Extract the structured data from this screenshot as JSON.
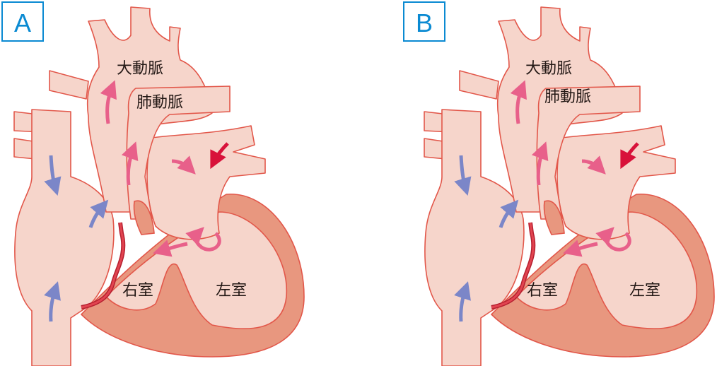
{
  "colors": {
    "badge": "#0a8ad2",
    "tissue": "#f6d5cb",
    "outline": "#e2574a",
    "muscle": "#e8977f",
    "arterial_arrow": "#e8608a",
    "venous_arrow": "#7b86c8",
    "oxygenated_arrow": "#d8123a",
    "vessel_line": "#d8303a"
  },
  "panels": [
    {
      "badge": "A",
      "aorta": "大動脈",
      "pulmonary_artery": "肺動脈",
      "right_ventricle": "右室",
      "left_ventricle": "左室"
    },
    {
      "badge": "B",
      "aorta": "大動脈",
      "pulmonary_artery": "肺動脈",
      "right_ventricle": "右室",
      "left_ventricle": "左室"
    }
  ]
}
